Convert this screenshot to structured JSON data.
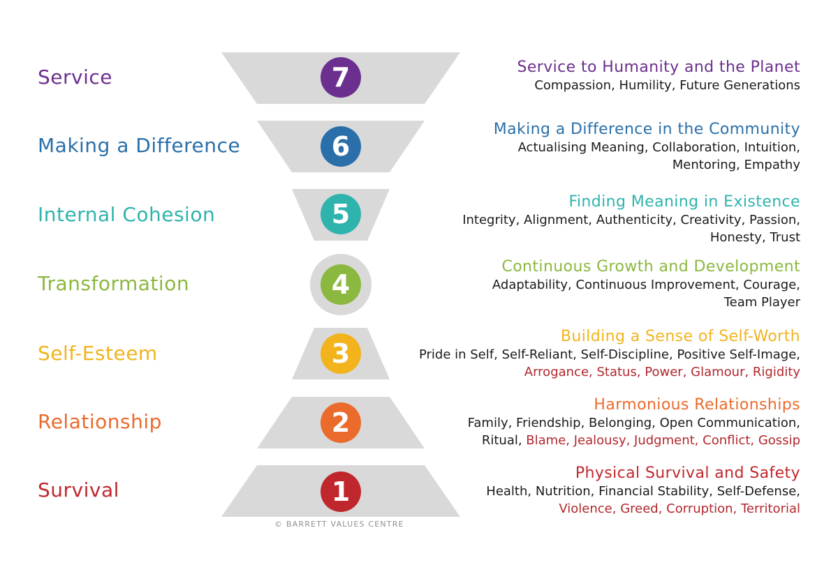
{
  "colors": {
    "level_7": "#6b2f8f",
    "level_6": "#2a6fa9",
    "level_5": "#2fb3ad",
    "level_4": "#8bb83f",
    "level_3": "#f2b31d",
    "level_2": "#ea6b2c",
    "level_1": "#c0272d",
    "shape_fill": "#d9d9d9",
    "fear_text": "#b1272d"
  },
  "levels": [
    {
      "number": "7",
      "name": "Service",
      "title": "Service to Humanity and the Planet",
      "lines": [
        [
          {
            "text": "Compassion, Humility, Future Generations"
          }
        ]
      ]
    },
    {
      "number": "6",
      "name": "Making a Difference",
      "title": "Making a Difference in the Community",
      "lines": [
        [
          {
            "text": "Actualising Meaning, Collaboration, Intuition,"
          }
        ],
        [
          {
            "text": "Mentoring, Empathy"
          }
        ]
      ]
    },
    {
      "number": "5",
      "name": "Internal Cohesion",
      "title": "Finding Meaning in Existence",
      "lines": [
        [
          {
            "text": "Integrity, Alignment, Authenticity, Creativity, Passion,"
          }
        ],
        [
          {
            "text": "Honesty, Trust"
          }
        ]
      ]
    },
    {
      "number": "4",
      "name": "Transformation",
      "title": "Continuous Growth and Development",
      "lines": [
        [
          {
            "text": "Adaptability, Continuous Improvement, Courage,"
          }
        ],
        [
          {
            "text": "Team Player"
          }
        ]
      ]
    },
    {
      "number": "3",
      "name": "Self-Esteem",
      "title": "Building a Sense of Self-Worth",
      "lines": [
        [
          {
            "text": "Pride in Self, Self-Reliant, Self-Discipline, Positive Self-Image,"
          }
        ],
        [
          {
            "text": "Arrogance, Status, Power, Glamour, Rigidity",
            "fear": true
          }
        ]
      ]
    },
    {
      "number": "2",
      "name": "Relationship",
      "title": "Harmonious Relationships",
      "lines": [
        [
          {
            "text": "Family, Friendship, Belonging, Open Communication,"
          }
        ],
        [
          {
            "text": "Ritual, "
          },
          {
            "text": "Blame, Jealousy, Judgment, Conflict, Gossip",
            "fear": true
          }
        ]
      ]
    },
    {
      "number": "1",
      "name": "Survival",
      "title": "Physical Survival and Safety",
      "lines": [
        [
          {
            "text": "Health, Nutrition, Financial Stability, Self-Defense,"
          }
        ],
        [
          {
            "text": "Violence, Greed, Corruption, Territorial",
            "fear": true
          }
        ]
      ]
    }
  ],
  "copyright": "© BARRETT VALUES CENTRE"
}
